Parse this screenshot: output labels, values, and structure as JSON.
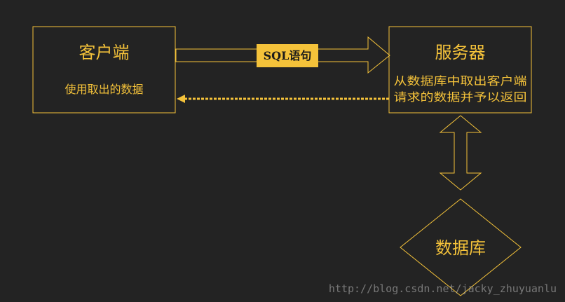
{
  "colors": {
    "background": "#232323",
    "accent": "#f4c23a"
  },
  "client": {
    "title": "客户端",
    "subtitle": "使用取出的数据"
  },
  "server": {
    "title": "服务器",
    "subtitle_line1": "从数据库中取出客户端",
    "subtitle_line2": "请求的数据并予以返回"
  },
  "database": {
    "title": "数据库"
  },
  "request_arrow": {
    "label": "SQL语句"
  },
  "watermark": "http://blog.csdn.net/jacky_zhuyuanlu"
}
